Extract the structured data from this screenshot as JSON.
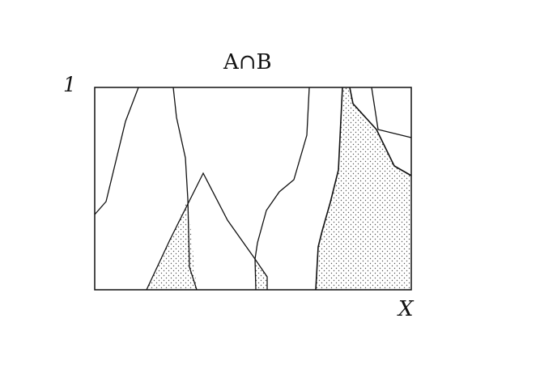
{
  "title": "A∩B",
  "y_axis_label": "1",
  "x_axis_label": "X",
  "colors": {
    "line": "#111111",
    "background": "#ffffff",
    "stipple": "#555555"
  }
}
